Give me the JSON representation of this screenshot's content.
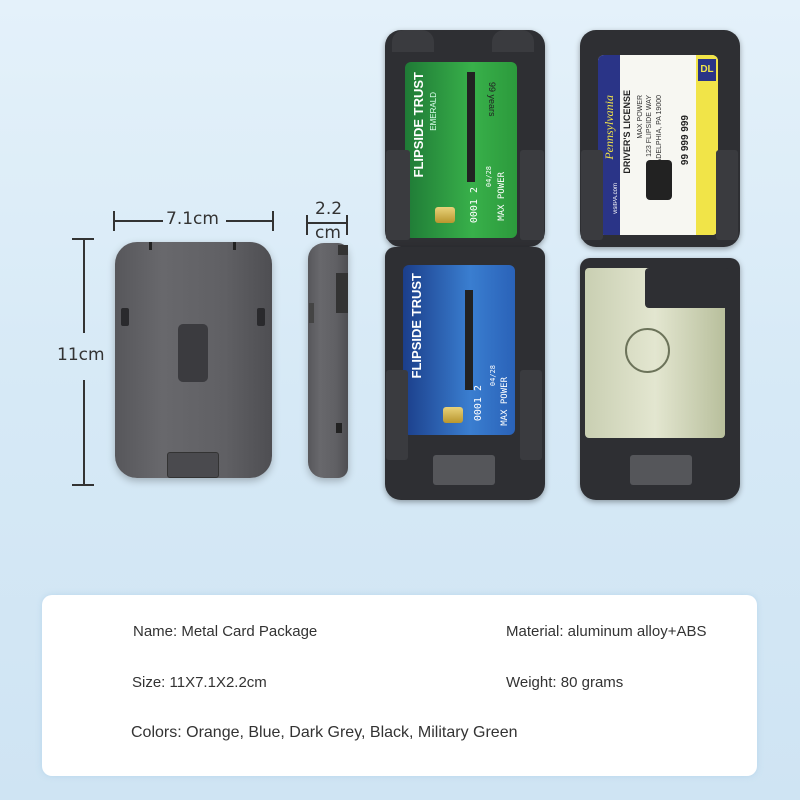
{
  "dimensions": {
    "width": "7.1cm",
    "depth_line1": "2.2",
    "depth_line2": "cm",
    "height": "11cm"
  },
  "cards": {
    "green_card": {
      "bank": "FLIPSIDE TRUST",
      "tier": "EMERALD",
      "number": "0001 2",
      "expiry": "04/28",
      "holder": "MAX POWER",
      "badge": "99 years",
      "color": "#2c9a3c"
    },
    "blue_card": {
      "bank": "FLIPSIDE TRUST",
      "number": "0001 2",
      "expiry": "04/28",
      "holder": "MAX POWER",
      "color": "#2a62b8"
    },
    "license": {
      "state": "Pennsylvania",
      "title": "DRIVER'S LICENSE",
      "badge": "DL",
      "number": "99 999 999",
      "name": "MAX POWER",
      "address": "123 FLIPSIDE WAY",
      "city": "PHILADELPHIA, PA 19000",
      "website": "visitPA.com"
    }
  },
  "specs": {
    "name": "Name: Metal Card Package",
    "material": "Material: aluminum alloy+ABS",
    "size": "Size: 11X7.1X2.2cm",
    "weight": "Weight: 80 grams",
    "colors": "Colors: Orange, Blue, Dark Grey, Black, Military Green"
  },
  "colors": {
    "case": "#5f5f63",
    "open_case": "#2e2f33",
    "panel": "#ffffff"
  }
}
